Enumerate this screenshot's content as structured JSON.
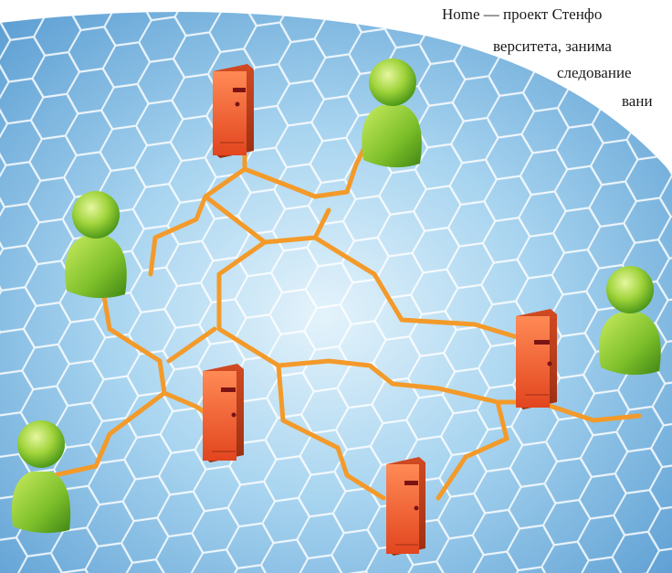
{
  "caption": {
    "lines": [
      "Home — проект Стенфо",
      "верситета, занима",
      "следование",
      "вани"
    ]
  },
  "scene": {
    "description_icons": [
      "globe-hex-grid",
      "server-icon",
      "user-icon",
      "network-link"
    ],
    "colors": {
      "globe_light": "#cfe8f7",
      "globe_mid": "#8fc4ea",
      "globe_dark": "#5a9fd4",
      "grid_line": "#ffffff",
      "link": "#f39a2a",
      "server_front": "#f0673a",
      "server_dark": "#b8391b",
      "server_slot": "#7a1414",
      "user_light": "#b8e04a",
      "user_dark": "#4f9a1a"
    }
  }
}
